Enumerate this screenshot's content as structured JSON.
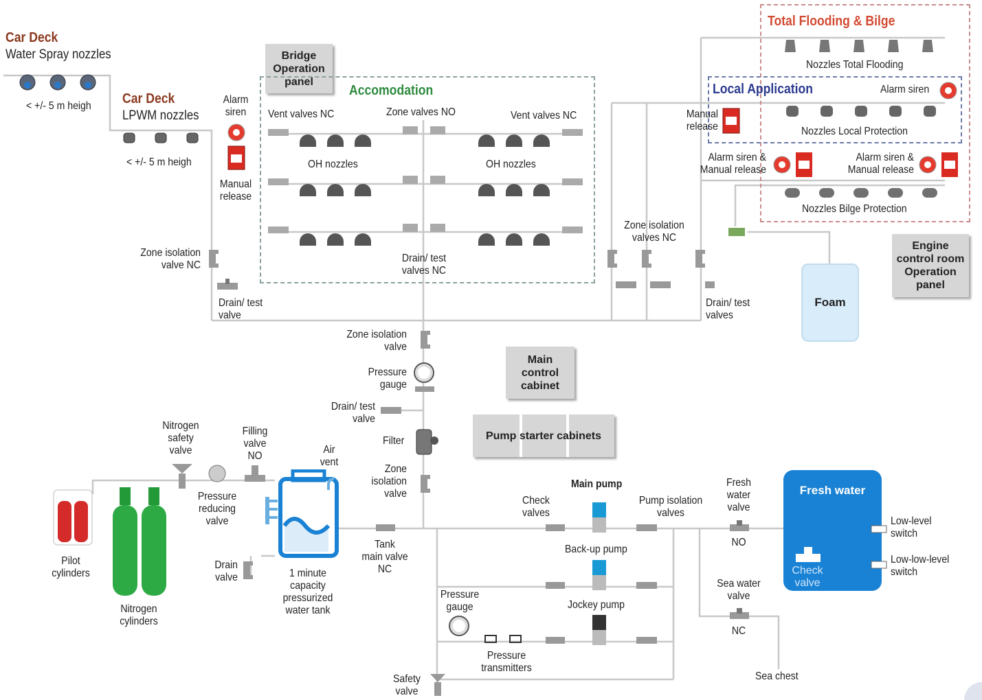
{
  "car_deck_spray": {
    "title": "Car Deck",
    "subtitle": "Water Spray nozzles",
    "height_note": "< +/- 5 m heigh"
  },
  "car_deck_lpwm": {
    "title": "Car Deck",
    "subtitle": "LPWM nozzles",
    "height_note": "< +/- 5 m heigh"
  },
  "alarm_siren_left": "Alarm\nsiren",
  "manual_release_left": "Manual\nrelease",
  "zone_isolation_nc_left": "Zone isolation\nvalve NC",
  "drain_test_left": "Drain/ test\nvalve",
  "bridge_panel": "Bridge\nOperation\npanel",
  "accomodation": {
    "title": "Accomodation",
    "vent_valves_left": "Vent valves NC",
    "zone_valves": "Zone valves NO",
    "vent_valves_right": "Vent valves NC",
    "oh_nozzles_left": "OH nozzles",
    "oh_nozzles_right": "OH nozzles",
    "drain_test": "Drain/ test\nvalves NC"
  },
  "total_flooding": {
    "title": "Total Flooding & Bilge",
    "nozzles_label": "Nozzles Total Flooding"
  },
  "local_application": {
    "title": "Local Application",
    "alarm_siren": "Alarm siren",
    "manual_release": "Manual\nrelease",
    "nozzles_label": "Nozzles Local Protection"
  },
  "alarm_manual_left": "Alarm siren &\nManual release",
  "alarm_manual_right": "Alarm siren &\nManual release",
  "bilge_nozzles": "Nozzles Bilge Protection",
  "zone_isolation_nc_right": "Zone isolation\nvalves NC",
  "drain_test_right": "Drain/ test\nvalves",
  "foam": "Foam",
  "engine_panel": "Engine\ncontrol room\nOperation\npanel",
  "main_riser": {
    "zone_isolation_valve": "Zone isolation\nvalve",
    "pressure_gauge": "Pressure\ngauge",
    "drain_test_valve": "Drain/ test\nvalve",
    "filter": "Filter",
    "zone_isolation_valve_lower": "Zone\nisolation\nvalve"
  },
  "main_control_cabinet": "Main\ncontrol\ncabinet",
  "pump_starter_cabinets": "Pump starter cabinets",
  "nitrogen_safety_valve": "Nitrogen\nsafety\nvalve",
  "filling_valve": "Filling\nvalve\nNO",
  "air_vent": "Air\nvent",
  "pressure_reducing_valve": "Pressure\nreducing\nvalve",
  "pilot_cylinders": "Pilot\ncylinders",
  "nitrogen_cylinders": "Nitrogen\ncylinders",
  "drain_valve": "Drain\nvalve",
  "tank_label": "1 minute\ncapacity\npressurized\nwater tank",
  "tank_main_valve": "Tank\nmain valve\nNC",
  "check_valves": "Check\nvalves",
  "main_pump": "Main pump",
  "pump_isolation_valves": "Pump isolation\nvalves",
  "backup_pump": "Back-up pump",
  "jockey_pump": "Jockey pump",
  "pressure_gauge_lower": "Pressure\ngauge",
  "pressure_transmitters": "Pressure\ntransmitters",
  "safety_valve": "Safety\nvalve",
  "fresh_water_valve": "Fresh\nwater\nvalve",
  "fresh_water_valve_state": "NO",
  "sea_water_valve": "Sea water\nvalve",
  "sea_water_valve_state": "NC",
  "sea_chest": "Sea chest",
  "fresh_water_tank": {
    "title": "Fresh water",
    "check_valve": "Check\nvalve"
  },
  "low_level_switch": "Low-level\nswitch",
  "low_low_level_switch": "Low-low-level\nswitch",
  "colors": {
    "pipe": "#c8c8c8",
    "car_deck_title": "#8b3a1f",
    "accomodation_title": "#2e8b3e",
    "local_application_title": "#2b3a8f",
    "total_flooding_title": "#d24a32",
    "fresh_water": "#1a82d4",
    "nitrogen": "#2eaa45",
    "pilot": "#d42a2a"
  }
}
